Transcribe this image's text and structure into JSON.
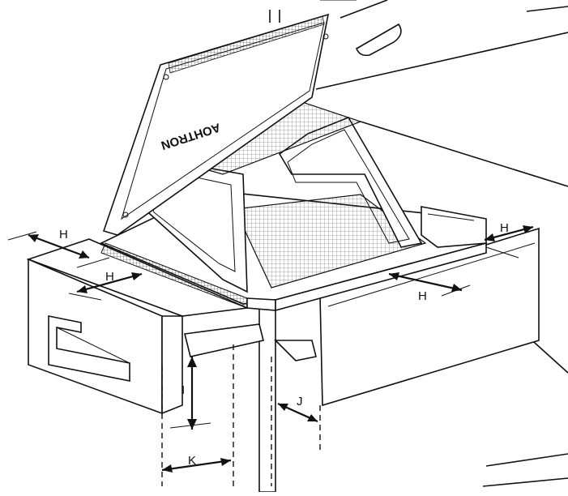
{
  "labels": {
    "h_left_top": "H",
    "h_left_mid": "H",
    "h_right_front": "H",
    "h_right_side": "H",
    "i": "I",
    "j": "J",
    "k": "K"
  },
  "lid_brand": "AOHTRON",
  "colors": {
    "line": "#111111",
    "background": "#ffffff",
    "grid": "#555555"
  }
}
